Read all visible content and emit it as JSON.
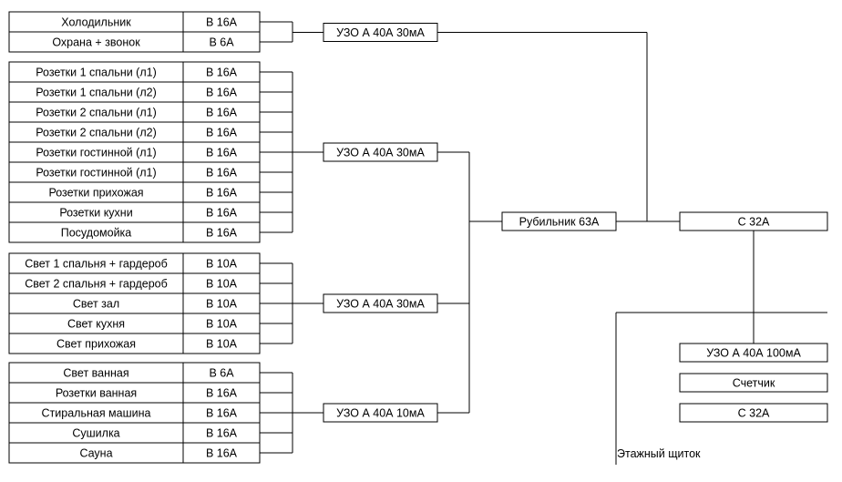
{
  "groups": [
    {
      "rcd": "УЗО А 40А 30мА",
      "circuits": [
        {
          "name": "Холодильник",
          "breaker": "В 16А"
        },
        {
          "name": "Охрана + звонок",
          "breaker": "В 6А"
        }
      ]
    },
    {
      "rcd": "УЗО А 40А 30мА",
      "circuits": [
        {
          "name": "Розетки 1 спальни (л1)",
          "breaker": "В 16А"
        },
        {
          "name": "Розетки 1 спальни (л2)",
          "breaker": "В 16А"
        },
        {
          "name": "Розетки 2 спальни (л1)",
          "breaker": "В 16А"
        },
        {
          "name": "Розетки 2 спальни (л2)",
          "breaker": "В 16А"
        },
        {
          "name": "Розетки гостинной (л1)",
          "breaker": "В 16А"
        },
        {
          "name": "Розетки гостинной (л1)",
          "breaker": "В 16А"
        },
        {
          "name": "Розетки прихожая",
          "breaker": "В 16А"
        },
        {
          "name": "Розетки кухни",
          "breaker": "В 16А"
        },
        {
          "name": "Посудомойка",
          "breaker": "В 16А"
        }
      ]
    },
    {
      "rcd": "УЗО А 40А 30мА",
      "circuits": [
        {
          "name": "Свет 1 спальня + гардероб",
          "breaker": "В 10А"
        },
        {
          "name": "Свет 2 спальня + гардероб",
          "breaker": "В 10А"
        },
        {
          "name": "Свет зал",
          "breaker": "В 10А"
        },
        {
          "name": "Свет кухня",
          "breaker": "В 10А"
        },
        {
          "name": "Свет прихожая",
          "breaker": "В 10А"
        }
      ]
    },
    {
      "rcd": "УЗО А 40А 10мА",
      "circuits": [
        {
          "name": "Свет ванная",
          "breaker": "В 6А"
        },
        {
          "name": "Розетки ванная",
          "breaker": "В 16А"
        },
        {
          "name": "Стиральная машина",
          "breaker": "В 16А"
        },
        {
          "name": "Сушилка",
          "breaker": "В 16А"
        },
        {
          "name": "Сауна",
          "breaker": "В 16А"
        }
      ]
    }
  ],
  "main_switch": "Рубильник 63А",
  "input_breaker": "С 32А",
  "floor_panel": {
    "label": "Этажный щиток",
    "items": [
      "УЗО А 40А 100мА",
      "Счетчик",
      "С 32А"
    ]
  }
}
